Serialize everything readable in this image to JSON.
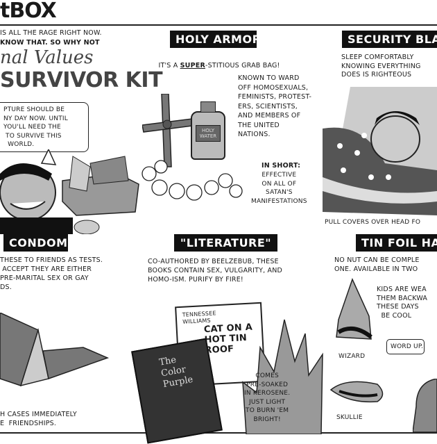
{
  "masthead": {
    "title": "tBOX"
  },
  "intro": {
    "line1": "IS ALL THE RAGE RIGHT NOW.",
    "line2": "KNOW THAT. SO WHY NOT",
    "script_title": "nal Values",
    "kit_title": "SURVIVOR KIT"
  },
  "speech": {
    "text": "PTURE SHOULD BE\nNY DAY NOW. UNTIL\nYOU'LL NEED THE\n TO SURVIVE THIS\n  WORLD."
  },
  "holy_armor": {
    "label": "HOLY ARMOR",
    "tagline_pre": "IT'S A ",
    "tagline_em": "SUPER",
    "tagline_post": "-STITIOUS GRAB BAG!",
    "known": "KNOWN TO WARD\nOFF HOMOSEXUALS,\nFEMINISTS, PROTEST-\nERS, SCIENTISTS,\nAND MEMBERS OF\nTHE UNITED\nNATIONS.",
    "in_short_head": "IN SHORT:",
    "in_short": "EFFECTIVE\nON ALL OF\nSATAN'S\nMANIFESTATIONS",
    "bottle_label": "HOLY\nWATER"
  },
  "security_blanket": {
    "label": "SECURITY BLA",
    "text": "SLEEP COMFORTABLY\nKNOWING EVERYTHING\nDOES IS RIGHTEOUS",
    "caption": "PULL COVERS OVER HEAD FO"
  },
  "condoms": {
    "label": "CONDOMS",
    "text": "THESE TO FRIENDS AS TESTS.\n ACCEPT THEY ARE EITHER\nPRE-MARITAL SEX OR GAY\nDS.",
    "footer": "H CASES IMMEDIATELY\nE  FRIENDSHIPS."
  },
  "literature": {
    "label": "\"LITERATURE\"",
    "text": "CO-AUTHORED BY BEELZEBUB, THESE\nBOOKS CONTAIN SEX, VULGARITY, AND\nHOMO-ISM. PURIFY BY FIRE!",
    "book1_author": "TENNESSEE\nWILLIAMS",
    "book1_title": "CAT ON A\nHOT TIN\nROOF",
    "book2_title": "The\nColor\nPurple",
    "fire_text": "COMES\nPRE-SOAKED\nIN KEROSENE.\nJUST LIGHT\nTO BURN 'EM\nBRIGHT!"
  },
  "tin_foil_hat": {
    "label": "TIN FOIL HA",
    "text": "NO NUT CAN BE COMPLE\nONE. AVAILABLE IN TWO",
    "kids": "KIDS ARE WEA\nTHEM BACKWA\nTHESE DAYS\n  BE COOL",
    "wizard": "WIZARD",
    "skullie": "SKULLIE",
    "word_up": "WORD UP."
  }
}
